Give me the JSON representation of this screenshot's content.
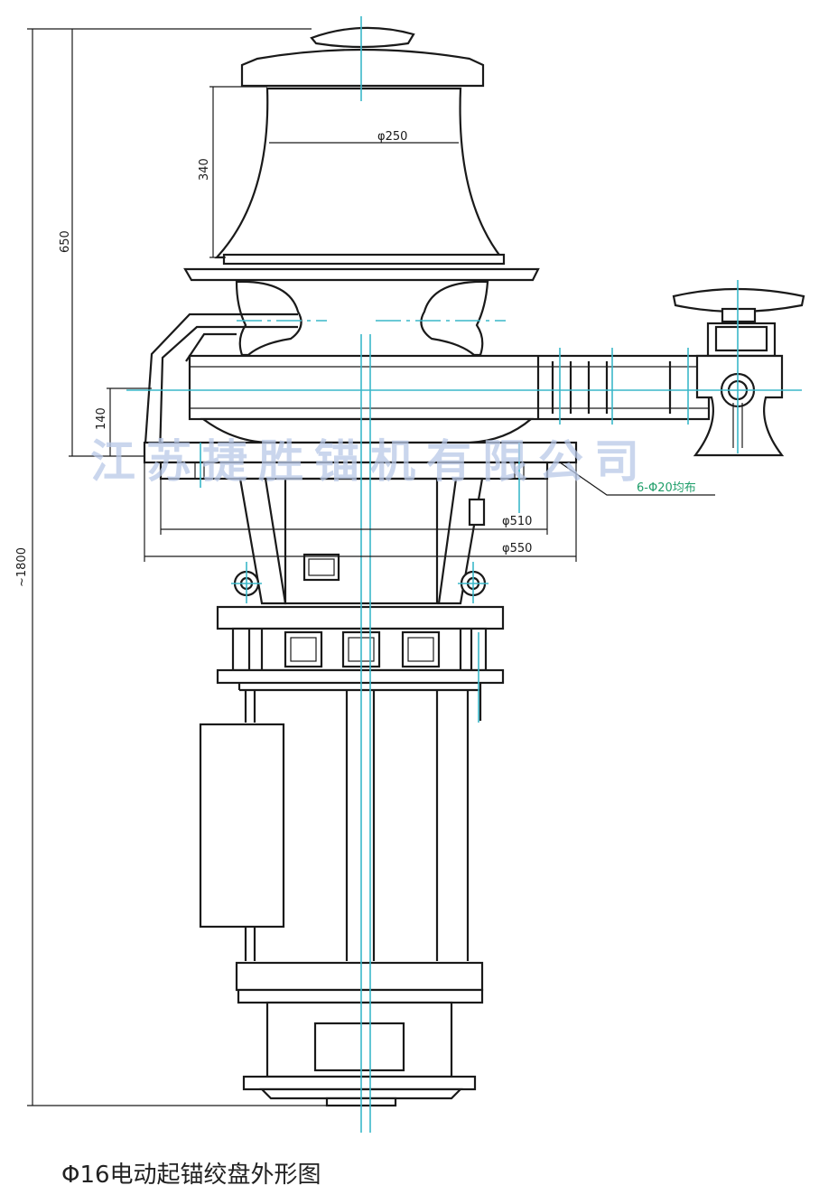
{
  "caption": "Φ16电动起锚绞盘外形图",
  "watermark": "江苏捷胜锚机有限公司",
  "dimensions": {
    "drum_diameter": "φ250",
    "drum_height": "340",
    "top_height": "650",
    "base_height": "140",
    "total_height": "~1800",
    "bolt_circle": "φ510",
    "base_diameter": "φ550",
    "bolts": "6-Φ20均布"
  },
  "colors": {
    "outline": "#1a1a1a",
    "centerline": "#3ab7c9",
    "leader_text": "#1f9e6a",
    "watermark": "#b9c9e8"
  }
}
